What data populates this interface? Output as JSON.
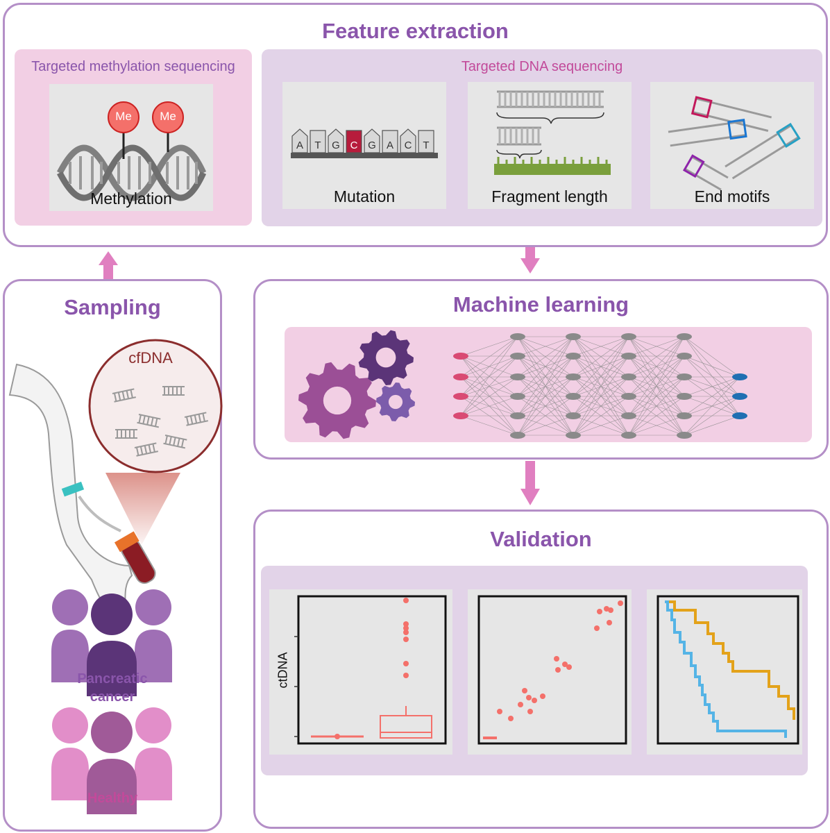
{
  "feature_extraction": {
    "title": "Feature extraction",
    "methylation_group": {
      "label": "Targeted methylation sequencing",
      "card_label": "Methylation",
      "marker": "Me"
    },
    "dna_group": {
      "label": "Targeted DNA sequencing",
      "cards": [
        "Mutation",
        "Fragment length",
        "End motifs"
      ],
      "bases": [
        "A",
        "T",
        "G",
        "C",
        "G",
        "A",
        "C",
        "T"
      ]
    }
  },
  "sampling": {
    "title": "Sampling",
    "cfdna_label": "cfDNA",
    "groups": [
      {
        "label_line1": "Pancreatic",
        "label_line2": "cancer",
        "color": "#8a55ab"
      },
      {
        "label_line1": "Healthy",
        "label_line2": "",
        "color": "#c24a9a"
      }
    ]
  },
  "machine_learning": {
    "title": "Machine learning"
  },
  "validation": {
    "title": "Validation",
    "ylabel": "ctDNA"
  },
  "colors": {
    "panel_border": "#b48fc7",
    "title": "#8a55ab",
    "pink_bg": "#f2cfe4",
    "lavender_bg": "#e2d3e8",
    "arrow": "#e07fc0",
    "salmon": "#f4706a",
    "orange": "#e3a21a",
    "blue": "#55b4e6"
  }
}
